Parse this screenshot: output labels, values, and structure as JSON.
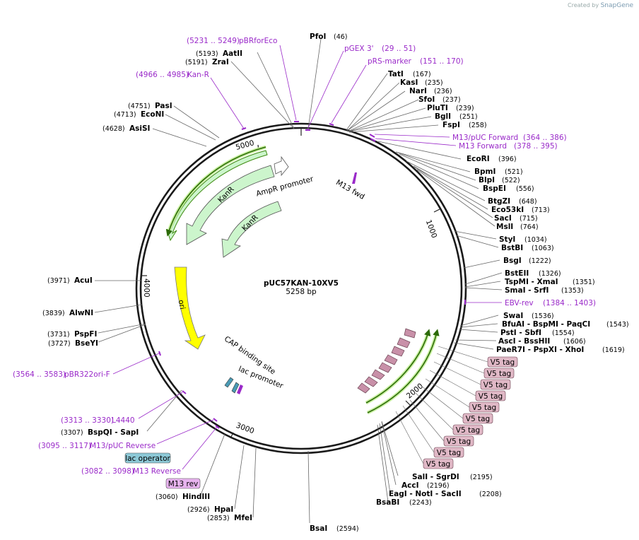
{
  "app": {
    "credit_prefix": "Created by",
    "credit_brand": "SnapGene"
  },
  "plasmid": {
    "name": "pUC57KAN-10XV5",
    "length_label": "5258 bp",
    "length": 5258
  },
  "scale_ticks": [
    "1000",
    "2000",
    "3000",
    "4000",
    "5000"
  ],
  "enzymes_right": [
    {
      "name": "PfoI",
      "pos": "(46)"
    },
    {
      "name": "TatI",
      "pos": "(167)"
    },
    {
      "name": "KasI",
      "pos": "(235)"
    },
    {
      "name": "NarI",
      "pos": "(236)"
    },
    {
      "name": "SfoI",
      "pos": "(237)"
    },
    {
      "name": "PluTI",
      "pos": "(239)"
    },
    {
      "name": "BglI",
      "pos": "(251)"
    },
    {
      "name": "FspI",
      "pos": "(258)"
    },
    {
      "name": "EcoRI",
      "pos": "(396)"
    },
    {
      "name": "BpmI",
      "pos": "(521)"
    },
    {
      "name": "BlpI",
      "pos": "(522)"
    },
    {
      "name": "BspEI",
      "pos": "(556)"
    },
    {
      "name": "BtgZI",
      "pos": "(648)"
    },
    {
      "name": "Eco53kI",
      "pos": "(713)"
    },
    {
      "name": "SacI",
      "pos": "(715)"
    },
    {
      "name": "MslI",
      "pos": "(764)"
    },
    {
      "name": "StyI",
      "pos": "(1034)"
    },
    {
      "name": "BstBI",
      "pos": "(1063)"
    },
    {
      "name": "BsgI",
      "pos": "(1222)"
    },
    {
      "name": "BstEII",
      "pos": "(1326)"
    },
    {
      "name": "TspMI  -  XmaI",
      "pos": "(1351)"
    },
    {
      "name": "SmaI  -  SrfI",
      "pos": "(1353)"
    },
    {
      "name": "SwaI",
      "pos": "(1536)"
    },
    {
      "name": "BfuAI  -  BspMI  -  PaqCI",
      "pos": "(1543)"
    },
    {
      "name": "PstI  -  SbfI",
      "pos": "(1554)"
    },
    {
      "name": "AscI  -  BssHII",
      "pos": "(1606)"
    },
    {
      "name": "PaeR7I  -  PspXI  -  XhoI",
      "pos": "(1619)"
    },
    {
      "name": "SalI  -  SgrDI",
      "pos": "(2195)"
    },
    {
      "name": "AccI",
      "pos": "(2196)"
    },
    {
      "name": "EagI  -  NotI  -  SacII",
      "pos": "(2208)"
    },
    {
      "name": "BsaBI",
      "pos": "(2243)"
    },
    {
      "name": "BsaI",
      "pos": "(2594)"
    }
  ],
  "enzymes_left": [
    {
      "name": "AatII",
      "pos": "(5193)"
    },
    {
      "name": "ZraI",
      "pos": "(5191)"
    },
    {
      "name": "PasI",
      "pos": "(4751)"
    },
    {
      "name": "EcoNI",
      "pos": "(4713)"
    },
    {
      "name": "AsiSI",
      "pos": "(4628)"
    },
    {
      "name": "AcuI",
      "pos": "(3971)"
    },
    {
      "name": "AlwNI",
      "pos": "(3839)"
    },
    {
      "name": "PspFI",
      "pos": "(3731)"
    },
    {
      "name": "BseYI",
      "pos": "(3727)"
    },
    {
      "name": "BspQI  -  SapI",
      "pos": "(3307)"
    },
    {
      "name": "HindIII",
      "pos": "(3060)"
    },
    {
      "name": "HpaI",
      "pos": "(2926)"
    },
    {
      "name": "MfeI",
      "pos": "(2853)"
    }
  ],
  "primers": [
    {
      "name": "pBRforEco",
      "range": "(5231 .. 5249)"
    },
    {
      "name": "pGEX 3'",
      "range": "(29 .. 51)"
    },
    {
      "name": "pRS-marker",
      "range": "(151 .. 170)"
    },
    {
      "name": "Kan-R",
      "range": "(4966 .. 4985)"
    },
    {
      "name": "M13/pUC Forward",
      "range": "(364 .. 386)"
    },
    {
      "name": "M13 Forward",
      "range": "(378 .. 395)"
    },
    {
      "name": "EBV-rev",
      "range": "(1384 .. 1403)"
    },
    {
      "name": "pBR322ori-F",
      "range": "(3564 .. 3583)"
    },
    {
      "name": "L4440",
      "range": "(3313 .. 3330)"
    },
    {
      "name": "M13/pUC Reverse",
      "range": "(3095 .. 3117)"
    },
    {
      "name": "M13 Reverse",
      "range": "(3082 .. 3098)"
    }
  ],
  "features_inner": [
    "KanR",
    "AmpR promoter",
    "KanR",
    "ori",
    "M13 fwd",
    "CAP binding site",
    "lac promoter"
  ],
  "boxed_features": [
    "lac operator",
    "M13 rev"
  ],
  "v5_tags": [
    "V5 tag",
    "V5 tag",
    "V5 tag",
    "V5 tag",
    "V5 tag",
    "V5 tag",
    "V5 tag",
    "V5 tag",
    "V5 tag",
    "V5 tag"
  ],
  "colors": {
    "backbone": "#1a1a1a",
    "kanr_fill": "#ccf5cc",
    "ori_fill": "#ffff00",
    "primer": "#9a2ac9",
    "v5_fill": "#e0b8c6",
    "v5_arrow": "#c890a8",
    "lac_operator_fill": "#8cc8d6",
    "m13rev_fill": "#e7b3ee",
    "orf_arrow": "#3d8a0f",
    "orf_halo": "#c8f0a0"
  }
}
